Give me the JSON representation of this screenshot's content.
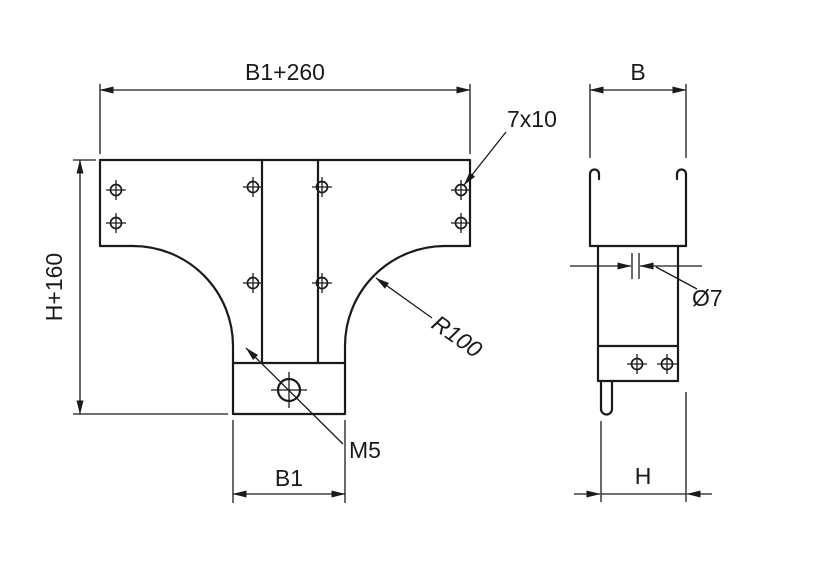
{
  "drawing": {
    "kind": "technical-drawing",
    "views": {
      "front": {
        "dimensions": {
          "top_width": "B1+260",
          "height": "H+160",
          "stem_width": "B1",
          "slot_size": "7x10",
          "fillet_radius": "R100",
          "thread": "M5"
        }
      },
      "side": {
        "dimensions": {
          "width": "B",
          "hole_diameter": "Ø7",
          "depth": "H"
        }
      }
    },
    "colors": {
      "line": "#1a1a1a",
      "background": "#ffffff"
    }
  }
}
